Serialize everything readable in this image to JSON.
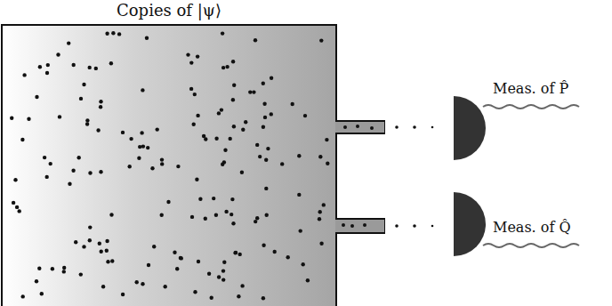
{
  "diagram": {
    "nodes": [
      {
        "text": [
          "Copies of |ψ⟩"
        ]
      }
    ],
    "labels": [
      "Meas. of P̂",
      "Meas. of Q̂"
    ]
  }
}
